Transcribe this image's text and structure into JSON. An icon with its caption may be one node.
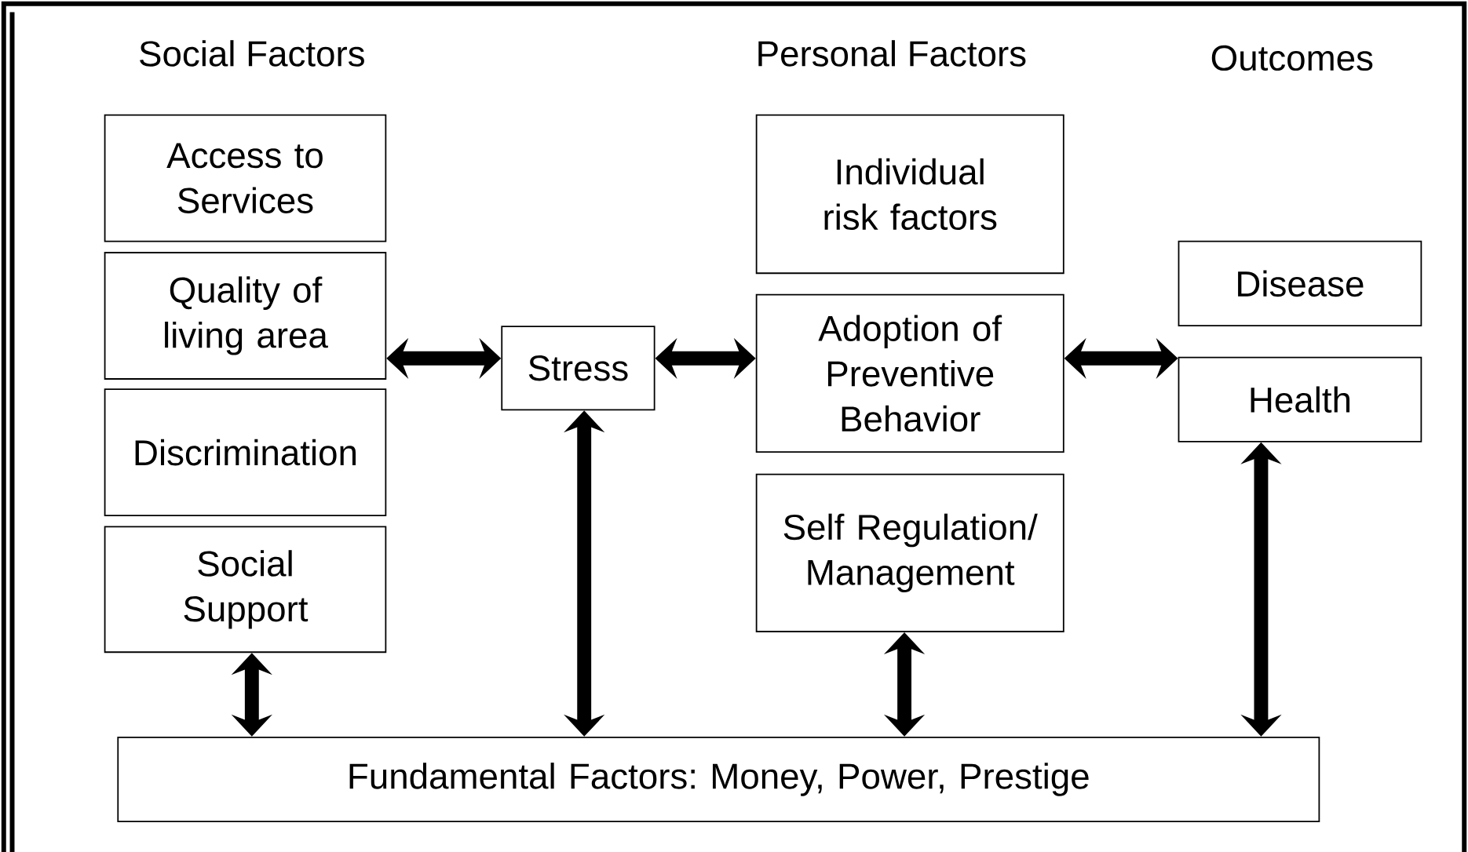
{
  "diagram": {
    "nodes": [
      {
        "text": [
          "Access to Services"
        ]
      },
      {
        "text": [
          "Quality of living area"
        ]
      },
      {
        "text": [
          "Discrimination"
        ]
      },
      {
        "text": [
          "Social Support"
        ]
      },
      {
        "text": [
          "Stress"
        ]
      },
      {
        "text": [
          "Individual risk factors"
        ]
      },
      {
        "text": [
          "Adoption of Preventive Behavior"
        ]
      },
      {
        "text": [
          "Self Regulation/ Management"
        ]
      },
      {
        "text": [
          "Disease"
        ]
      },
      {
        "text": [
          "Health"
        ]
      },
      {
        "text": [
          "Fundamental Factors: Money, Power, Prestige"
        ]
      }
    ],
    "edges": [
      {
        "from": 1,
        "to": 4,
        "arrow": "both"
      },
      {
        "from": 4,
        "to": 6,
        "arrow": "both"
      },
      {
        "from": 6,
        "to": 9,
        "arrow": "both"
      },
      {
        "from": 3,
        "to": 10,
        "arrow": "both"
      },
      {
        "from": 4,
        "to": 10,
        "arrow": "both"
      },
      {
        "from": 7,
        "to": 10,
        "arrow": "both"
      },
      {
        "from": 9,
        "to": 10,
        "arrow": "both"
      }
    ],
    "labels": [
      "Social Factors",
      "Personal Factors",
      "Outcomes"
    ]
  }
}
